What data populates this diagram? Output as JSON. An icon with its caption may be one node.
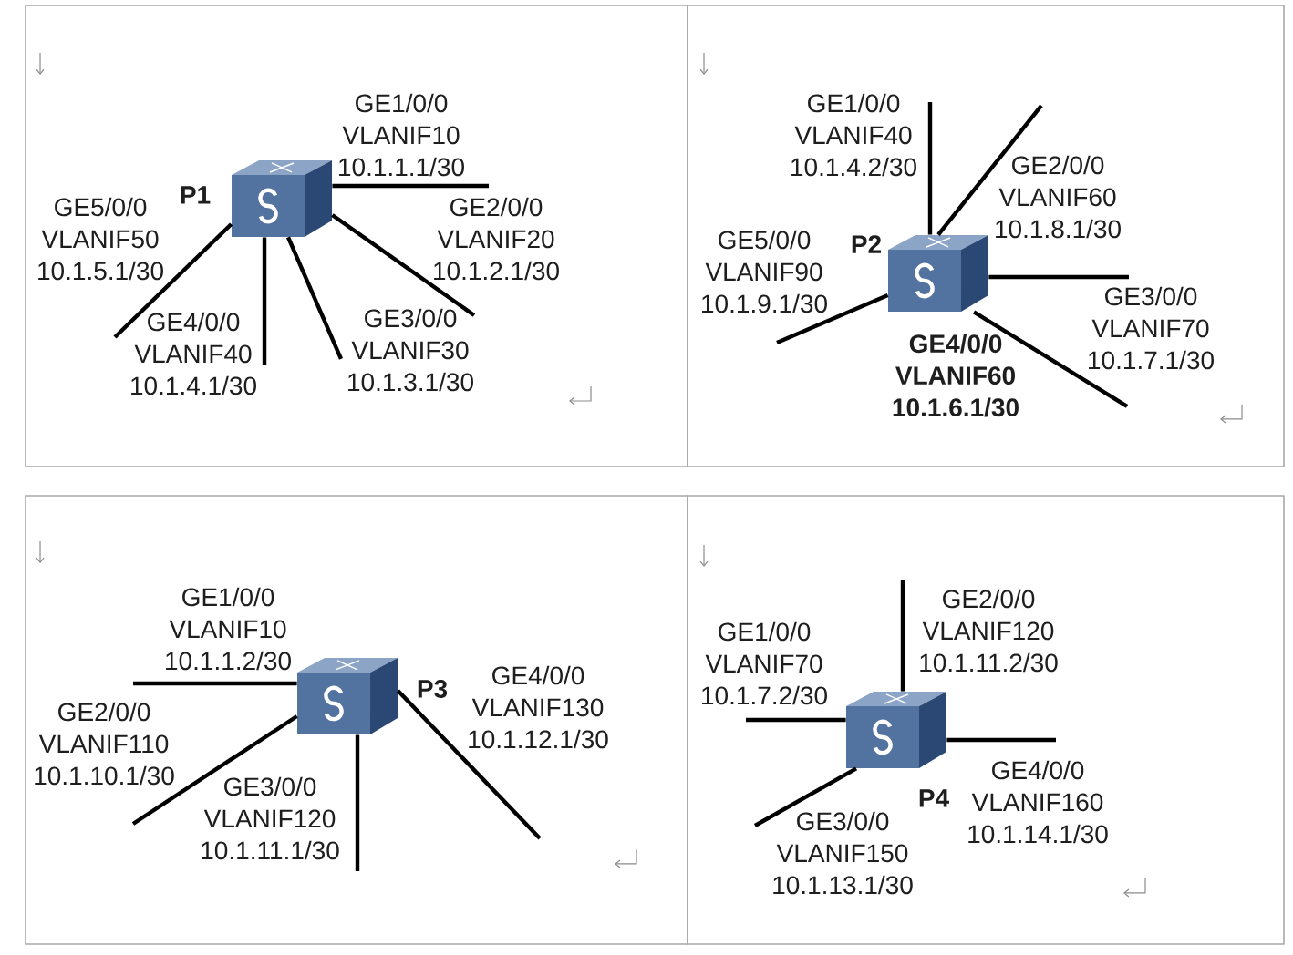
{
  "diagram": {
    "nodes": [
      {
        "text": [],
        "shape": "box"
      },
      {
        "text": [],
        "shape": "picture",
        "beside": [
          "P1"
        ],
        "in": 0
      },
      {
        "text": [],
        "shape": "box"
      },
      {
        "text": [],
        "shape": "picture",
        "beside": [
          "P2"
        ],
        "in": 2
      },
      {
        "text": [],
        "shape": "box"
      },
      {
        "text": [],
        "shape": "picture",
        "beside": [
          "P3"
        ],
        "in": 4
      },
      {
        "text": [],
        "shape": "box"
      },
      {
        "text": [],
        "shape": "picture",
        "beside": [
          "P4"
        ],
        "in": 6
      }
    ],
    "edges": [
      {
        "from": 1,
        "to": null,
        "arrow": "none",
        "label": "GE1/0/0 VLANIF10 10.1.1.1/30"
      },
      {
        "from": 1,
        "to": null,
        "arrow": "none",
        "label": "GE2/0/0 VLANIF20 10.1.2.1/30"
      },
      {
        "from": 1,
        "to": null,
        "arrow": "none",
        "label": "GE3/0/0 VLANIF30 10.1.3.1/30"
      },
      {
        "from": 1,
        "to": null,
        "arrow": "none",
        "label": "GE4/0/0 VLANIF40 10.1.4.1/30"
      },
      {
        "from": 1,
        "to": null,
        "arrow": "none",
        "label": "GE5/0/0 VLANIF50 10.1.5.1/30"
      },
      {
        "from": 3,
        "to": null,
        "arrow": "none",
        "label": "GE1/0/0 VLANIF40 10.1.4.2/30"
      },
      {
        "from": 3,
        "to": null,
        "arrow": "none",
        "label": "GE2/0/0 VLANIF60 10.1.8.1/30"
      },
      {
        "from": 3,
        "to": null,
        "arrow": "none",
        "label": "GE3/0/0 VLANIF70 10.1.7.1/30"
      },
      {
        "from": 3,
        "to": null,
        "arrow": "none",
        "label": "GE4/0/0 VLANIF60 10.1.6.1/30"
      },
      {
        "from": 3,
        "to": null,
        "arrow": "none",
        "label": "GE5/0/0 VLANIF90 10.1.9.1/30"
      },
      {
        "from": 5,
        "to": null,
        "arrow": "none",
        "label": "GE1/0/0 VLANIF10 10.1.1.2/30"
      },
      {
        "from": 5,
        "to": null,
        "arrow": "none",
        "label": "GE2/0/0 VLANIF110 10.1.10.1/30"
      },
      {
        "from": 5,
        "to": null,
        "arrow": "none",
        "label": "GE3/0/0 VLANIF120 10.1.11.1/30"
      },
      {
        "from": 5,
        "to": null,
        "arrow": "none",
        "label": "GE4/0/0 VLANIF130 10.1.12.1/30"
      },
      {
        "from": 7,
        "to": null,
        "arrow": "none",
        "label": "GE1/0/0 VLANIF70 10.1.7.2/30"
      },
      {
        "from": 7,
        "to": null,
        "arrow": "none",
        "label": "GE2/0/0 VLANIF120 10.1.11.2/30"
      },
      {
        "from": 7,
        "to": null,
        "arrow": "none",
        "label": "GE3/0/0 VLANIF150 10.1.13.1/30"
      },
      {
        "from": 7,
        "to": null,
        "arrow": "none",
        "label": "GE4/0/0 VLANIF160 10.1.14.1/30"
      }
    ]
  }
}
